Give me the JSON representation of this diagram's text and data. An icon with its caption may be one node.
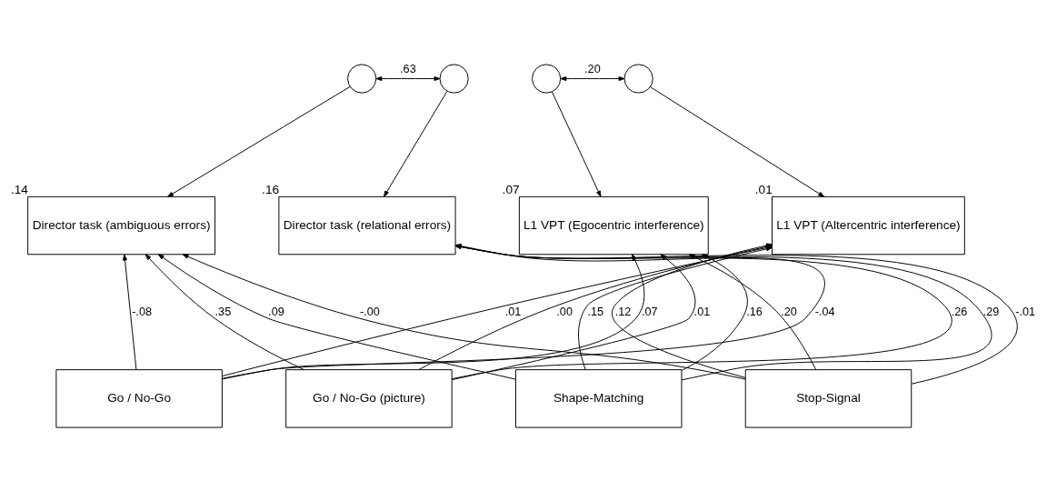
{
  "diagram": {
    "nodes": [
      {
        "text": [],
        "shape": "circle"
      },
      {
        "text": [],
        "shape": "circle"
      },
      {
        "text": [],
        "shape": "circle"
      },
      {
        "text": [],
        "shape": "circle"
      },
      {
        "text": [
          "Director task (ambiguous errors)"
        ],
        "beside": [
          ".14"
        ]
      },
      {
        "text": [
          "Director task (relational errors)"
        ],
        "beside": [
          ".16"
        ]
      },
      {
        "text": [
          "L1 VPT (Egocentric interference)"
        ],
        "beside": [
          ".07"
        ]
      },
      {
        "text": [
          "L1 VPT (Altercentric interference)"
        ],
        "beside": [
          ".01"
        ]
      },
      {
        "text": [
          "Go / No-Go"
        ]
      },
      {
        "text": [
          "Go / No-Go (picture)"
        ]
      },
      {
        "text": [
          "Shape-Matching"
        ]
      },
      {
        "text": [
          "Stop-Signal"
        ]
      }
    ],
    "edges": [
      {
        "from": 0,
        "to": 1,
        "arrow": "both",
        "label": ".63"
      },
      {
        "from": 2,
        "to": 3,
        "arrow": "both",
        "label": ".20"
      },
      {
        "from": 0,
        "to": 4,
        "arrow": "to"
      },
      {
        "from": 1,
        "to": 5,
        "arrow": "to"
      },
      {
        "from": 2,
        "to": 6,
        "arrow": "to"
      },
      {
        "from": 3,
        "to": 7,
        "arrow": "to"
      },
      {
        "from": 8,
        "to": 4,
        "arrow": "to",
        "label": "-.08"
      },
      {
        "from": 8,
        "to": 5,
        "arrow": "to",
        "label": "-.04"
      },
      {
        "from": 8,
        "to": 6,
        "arrow": "to",
        "label": ".07"
      },
      {
        "from": 8,
        "to": 7,
        "arrow": "to",
        "label": ".01"
      },
      {
        "from": 9,
        "to": 4,
        "arrow": "to",
        "label": ".35"
      },
      {
        "from": 9,
        "to": 5,
        "arrow": "to",
        "label": ".26"
      },
      {
        "from": 9,
        "to": 6,
        "arrow": "to",
        "label": ".01"
      },
      {
        "from": 9,
        "to": 7,
        "arrow": "to",
        "label": ".00"
      },
      {
        "from": 10,
        "to": 4,
        "arrow": "to",
        "label": ".09"
      },
      {
        "from": 10,
        "to": 5,
        "arrow": "to",
        "label": ".29"
      },
      {
        "from": 10,
        "to": 6,
        "arrow": "to",
        "label": ".16"
      },
      {
        "from": 10,
        "to": 7,
        "arrow": "to",
        "label": ".15"
      },
      {
        "from": 11,
        "to": 4,
        "arrow": "to",
        "label": "-.00"
      },
      {
        "from": 11,
        "to": 5,
        "arrow": "to",
        "label": "-.01"
      },
      {
        "from": 11,
        "to": 6,
        "arrow": "to",
        "label": ".20"
      },
      {
        "from": 11,
        "to": 7,
        "arrow": "to",
        "label": ".12"
      }
    ]
  }
}
